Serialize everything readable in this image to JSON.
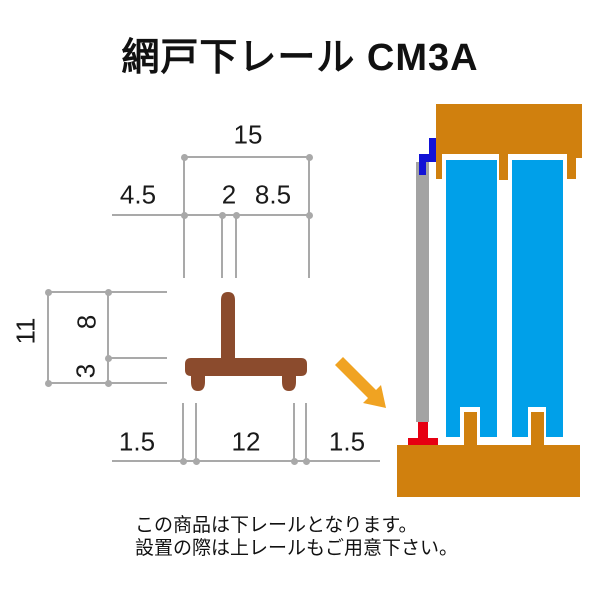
{
  "title": "網戸下レール CM3A",
  "dims": {
    "top_total": "15",
    "top_left_offset": "4.5",
    "stem_width": "2",
    "top_right_offset": "8.5",
    "height_total": "11",
    "stem_height": "8",
    "base_height": "3",
    "bottom_left_offset": "1.5",
    "bottom_span": "12",
    "bottom_right_offset": "1.5"
  },
  "caption": {
    "line1": "この商品は下レールとなります。",
    "line2": "設置の際は上レールもご用意下さい。"
  },
  "colors": {
    "rail_profile_brown": "#8B4B2D",
    "frame_orange": "#D0800E",
    "panel_blue": "#00A0E9",
    "hook_navy": "#1212D6",
    "highlight_red": "#E60012",
    "door_gray": "#A3A3A3",
    "dimension_gray": "#A9A9A9",
    "arrow_orange": "#F0A322",
    "text": "#1A1A1A"
  }
}
